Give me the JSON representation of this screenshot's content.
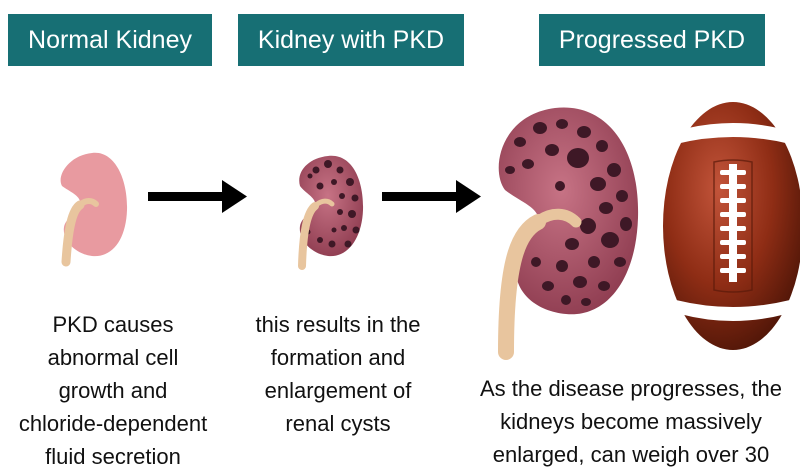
{
  "stages": [
    {
      "title": "Normal Kidney",
      "caption": "PKD causes\nabnormal cell\ngrowth and\nchloride-dependent\nfluid secretion"
    },
    {
      "title": "Kidney with PKD",
      "caption": "this results in the\nformation and\nenlargement of\nrenal cysts"
    },
    {
      "title": "Progressed PKD",
      "caption": "As the disease progresses, the\nkidneys become massively\nenlarged, can weigh over 30"
    }
  ],
  "colors": {
    "header_bg": "#176f74",
    "header_text": "#ffffff",
    "normal_kidney": "#e89aa0",
    "pkd_kidney": "#a24e62",
    "cyst": "#3e1826",
    "ureter": "#e8c59e",
    "football": "#8f2d15",
    "arrow": "#000000"
  },
  "icons": [
    "normal-kidney-icon",
    "pkd-kidney-icon",
    "progressed-kidney-icon",
    "football-icon",
    "arrow-right-icon"
  ]
}
